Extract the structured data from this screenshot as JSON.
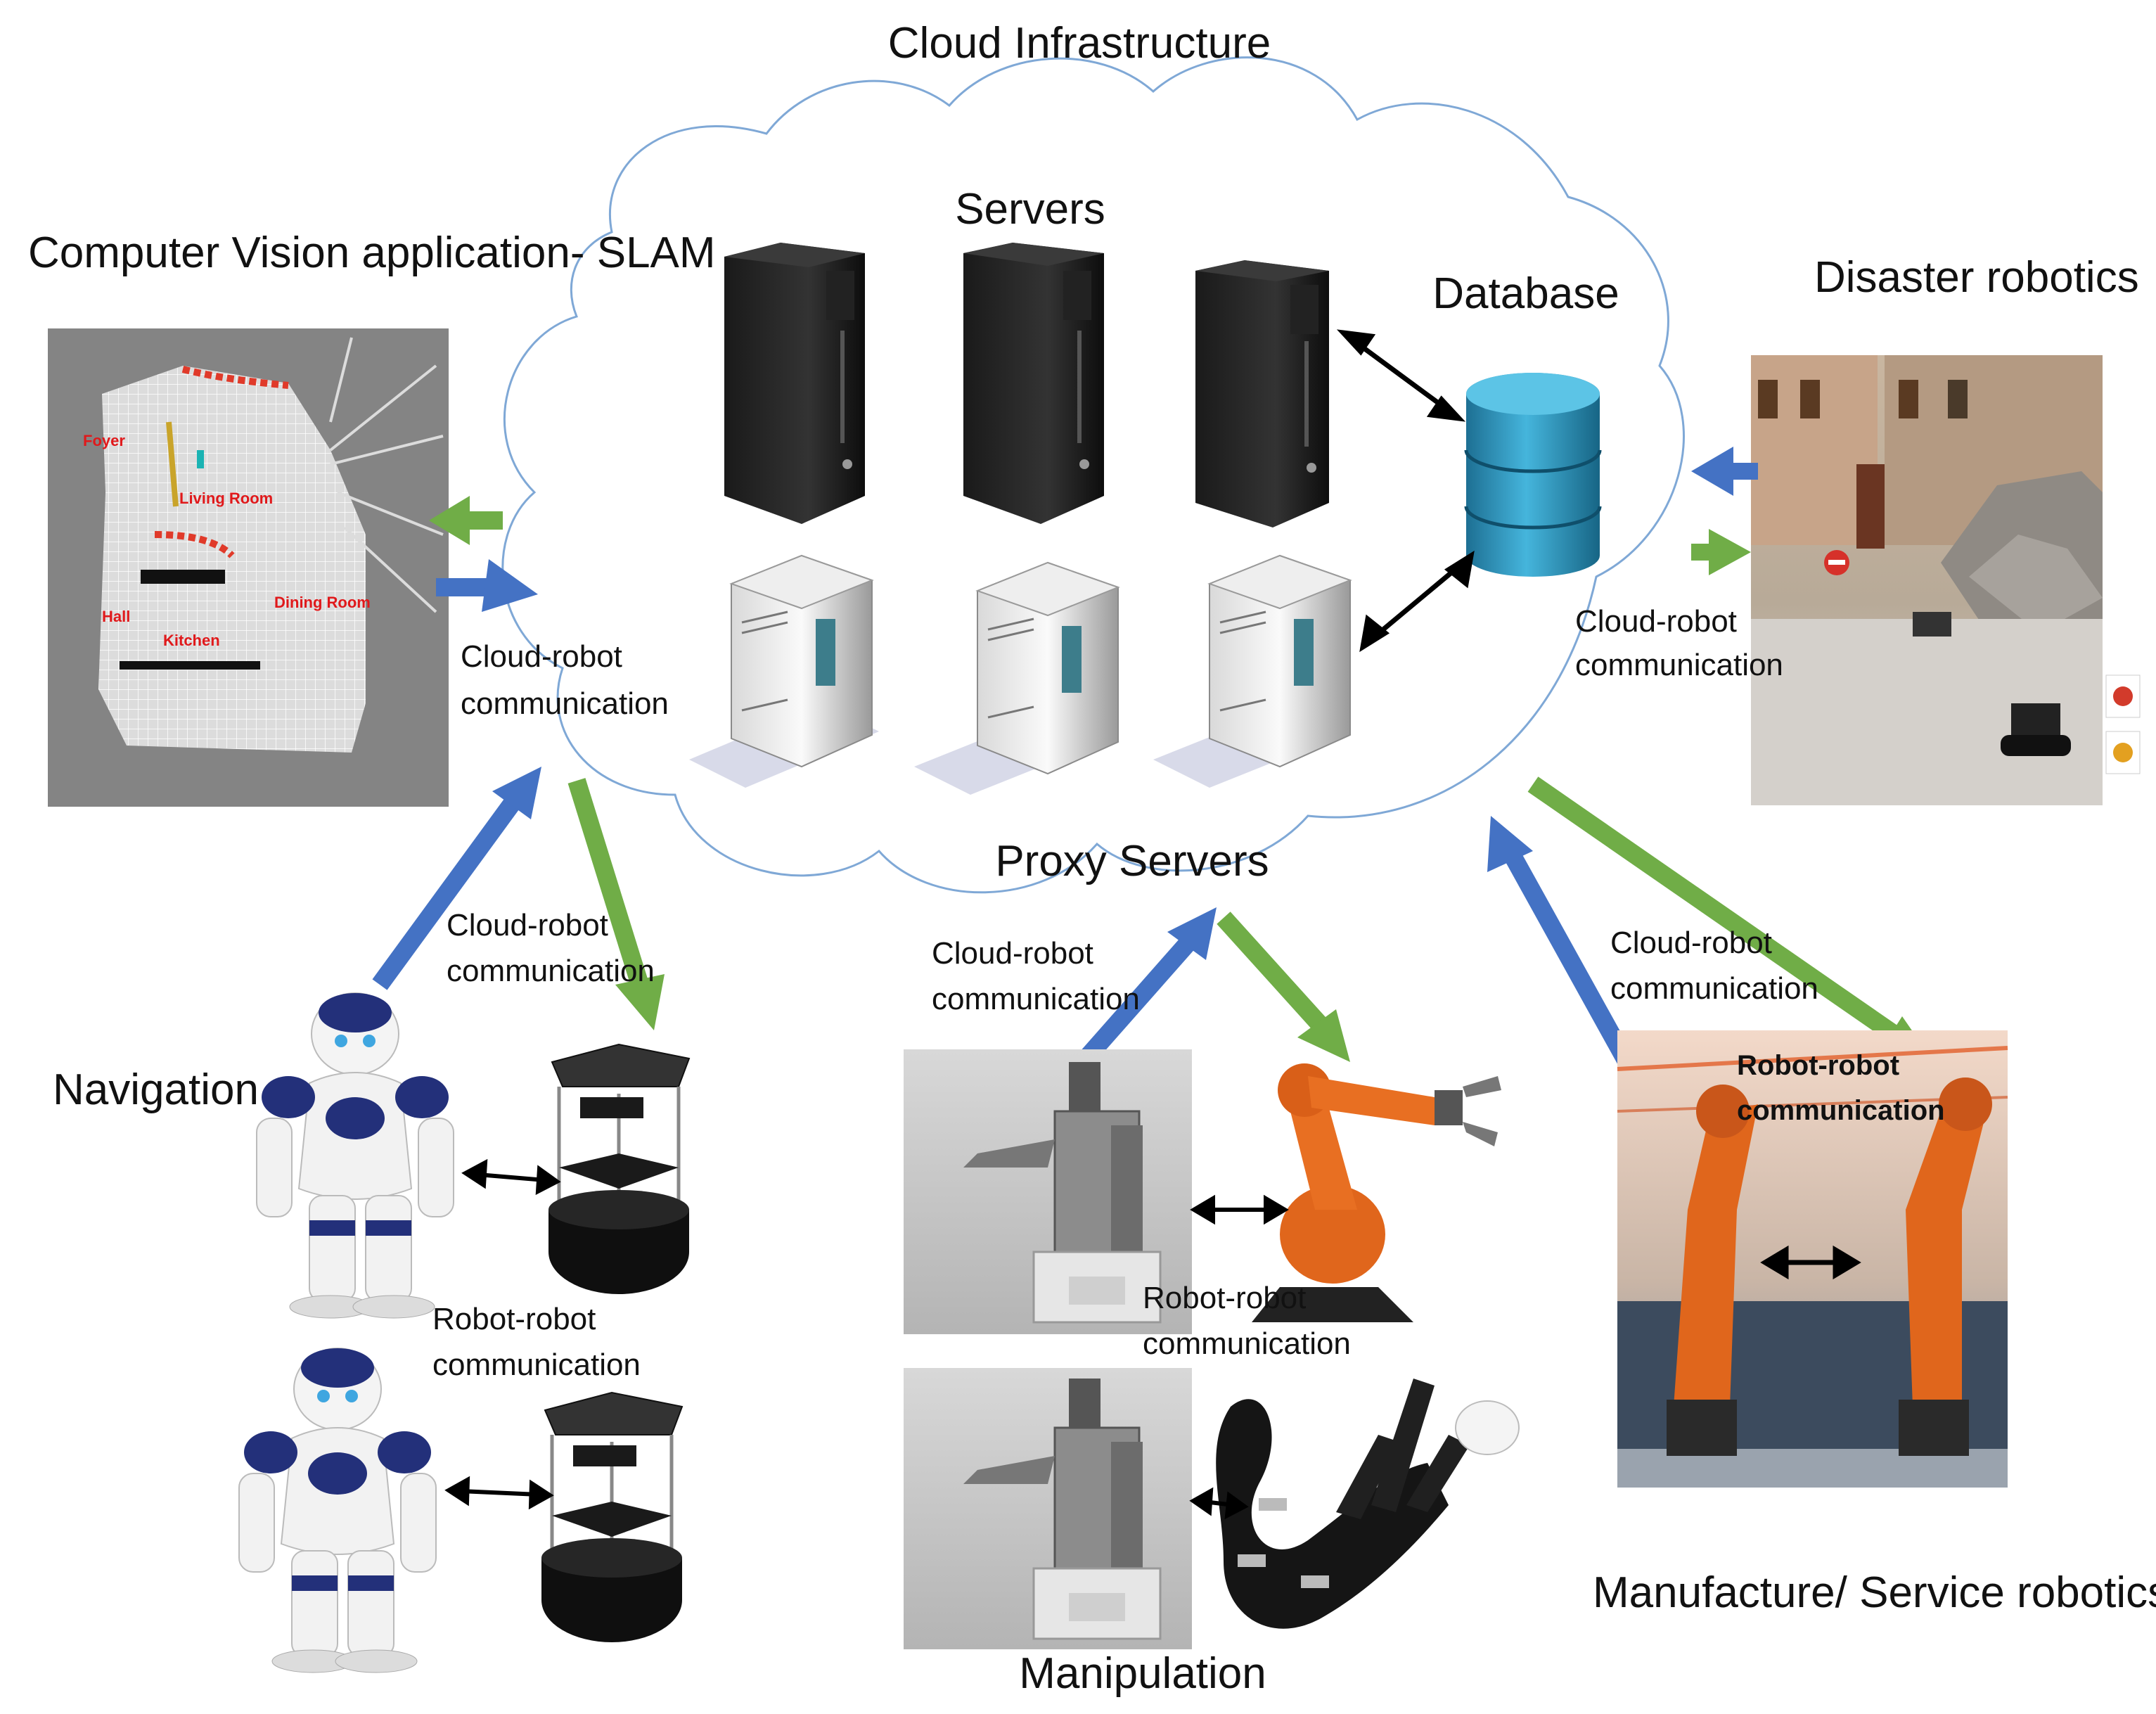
{
  "title": "Cloud Infrastructure",
  "labels": {
    "servers": "Servers",
    "database": "Database",
    "proxy_servers": "Proxy Servers",
    "cv_slam": "Computer Vision application- SLAM",
    "disaster": "Disaster robotics",
    "navigation": "Navigation",
    "manipulation": "Manipulation",
    "manufacture": "Manufacture/ Service robotics"
  },
  "comm": {
    "cloud_robot_1": "Cloud-robot",
    "cloud_robot_2": "communication",
    "robot_robot_1": "Robot-robot",
    "robot_robot_2": "communication"
  },
  "slam_rooms": [
    "Foyer",
    "Living Room",
    "Dining Room",
    "Hall",
    "Kitchen"
  ],
  "colors": {
    "cloud_stroke": "#7fa8d6",
    "arrow_up": "#4472c4",
    "arrow_down": "#70ad47",
    "db": "#2a91b8",
    "robot_orange": "#e0661c"
  }
}
